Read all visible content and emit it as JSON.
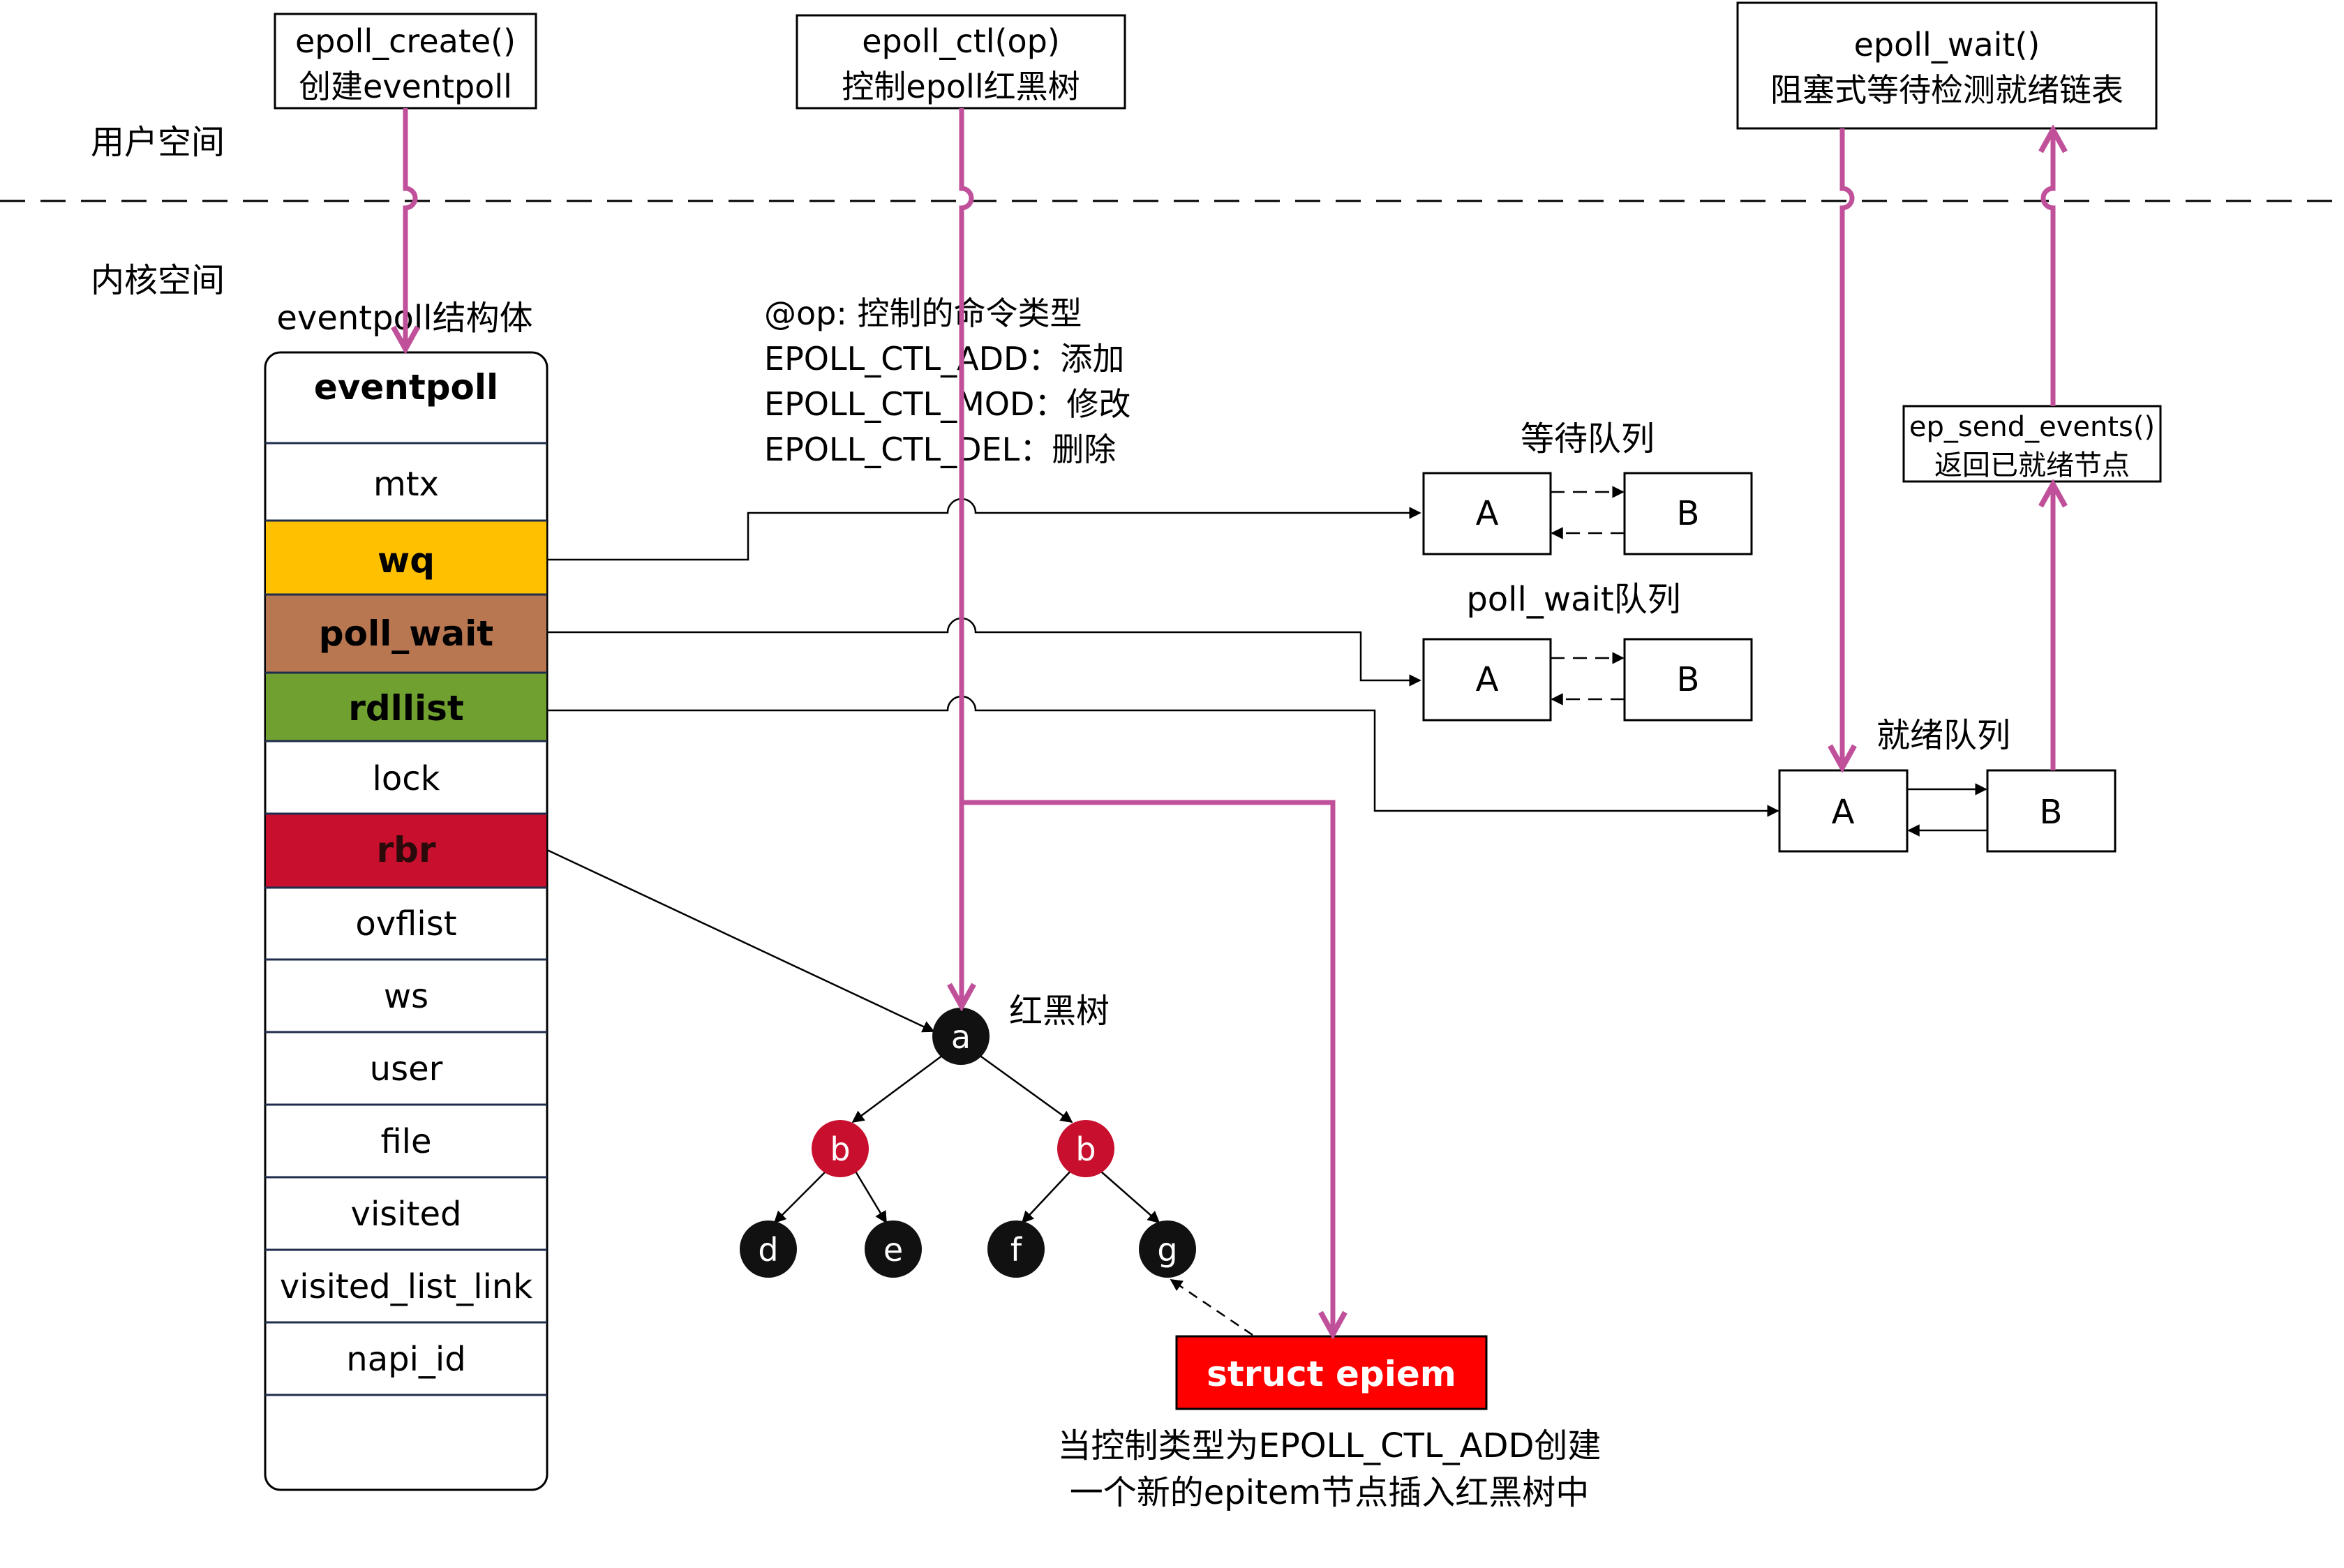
{
  "regions": {
    "user_space": "用户空间",
    "kernel_space": "内核空间"
  },
  "api": {
    "create": {
      "line1": "epoll_create()",
      "line2": "创建eventpoll"
    },
    "ctl": {
      "line1": "epoll_ctl(op)",
      "line2": "控制epoll红黑树"
    },
    "wait": {
      "line1": "epoll_wait()",
      "line2": "阻塞式等待检测就绪链表"
    }
  },
  "struct": {
    "caption": "eventpoll结构体",
    "name": "eventpoll",
    "fields": {
      "mtx": "mtx",
      "wq": "wq",
      "poll_wait": "poll_wait",
      "rdllist": "rdllist",
      "lock": "lock",
      "rbr": "rbr",
      "ovflist": "ovflist",
      "ws": "ws",
      "user": "user",
      "file": "file",
      "visited": "visited",
      "visited_list_link": "visited_list_link",
      "napi_id": "napi_id"
    }
  },
  "ops": {
    "header": "@op: 控制的命令类型",
    "add": "EPOLL_CTL_ADD：添加",
    "mod": "EPOLL_CTL_MOD：修改",
    "del": "EPOLL_CTL_DEL：删除"
  },
  "queues": {
    "wait_queue": {
      "title": "等待队列",
      "a": "A",
      "b": "B"
    },
    "poll_wait": {
      "title": "poll_wait队列",
      "a": "A",
      "b": "B"
    },
    "ready_queue": {
      "title": "就绪队列",
      "a": "A",
      "b": "B"
    }
  },
  "send_events": {
    "line1": "ep_send_events()",
    "line2": "返回已就绪节点"
  },
  "tree": {
    "label": "红黑树",
    "nodes": {
      "a": "a",
      "b1": "b",
      "b2": "b",
      "d": "d",
      "e": "e",
      "f": "f",
      "g": "g"
    }
  },
  "epitem": {
    "label": "struct epiem",
    "note_line1": "当控制类型为EPOLL_CTL_ADD创建",
    "note_line2": "一个新的epitem节点插入红黑树中"
  },
  "colors": {
    "magenta": "#c0509a",
    "wq": "#ffc000",
    "poll_wait": "#b87651",
    "rdllist": "#70a030",
    "rbr": "#c8102e",
    "red_node": "#c8102e",
    "black_node": "#111111",
    "epitem": "#ff0000"
  }
}
